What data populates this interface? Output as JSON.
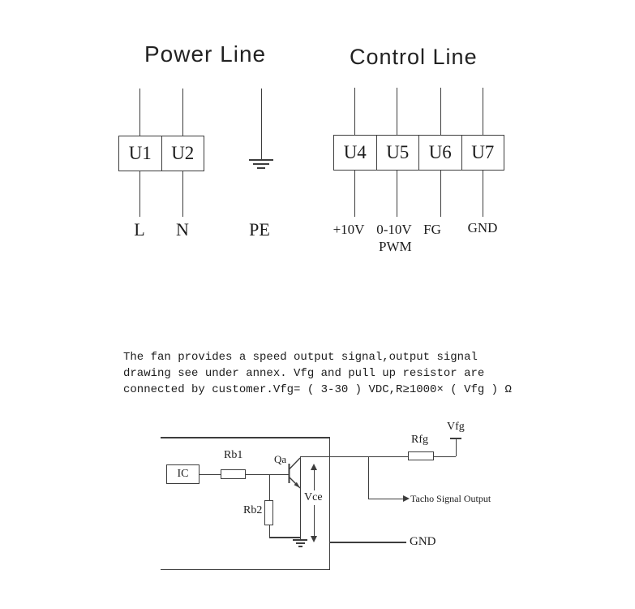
{
  "power_line": {
    "title": "Power Line",
    "terminals": [
      "U1",
      "U2"
    ],
    "pins": [
      "L",
      "N"
    ],
    "pe_label": "PE"
  },
  "control_line": {
    "title": "Control Line",
    "terminals": [
      "U4",
      "U5",
      "U6",
      "U7"
    ],
    "pins": [
      "+10V",
      "0-10V",
      "FG",
      "GND"
    ],
    "pwm_label": "PWM"
  },
  "annex_note": {
    "line1": "The fan provides a speed output signal,output signal",
    "line2": "drawing see under annex. Vfg and pull up resistor are",
    "line3": "connected by customer.Vfg= ( 3-30 ) VDC,R≥1000× ( Vfg ) Ω"
  },
  "circuit": {
    "ic_label": "IC",
    "rb1_label": "Rb1",
    "rb2_label": "Rb2",
    "transistor_label": "Qa",
    "vce_label": "Vce",
    "rfg_label": "Rfg",
    "vfg_label": "Vfg",
    "tacho_label": "Tacho Signal Output",
    "gnd_label": "GND"
  },
  "colors": {
    "line": "#3d3d3d",
    "text": "#1c1c1c",
    "background": "#ffffff"
  }
}
